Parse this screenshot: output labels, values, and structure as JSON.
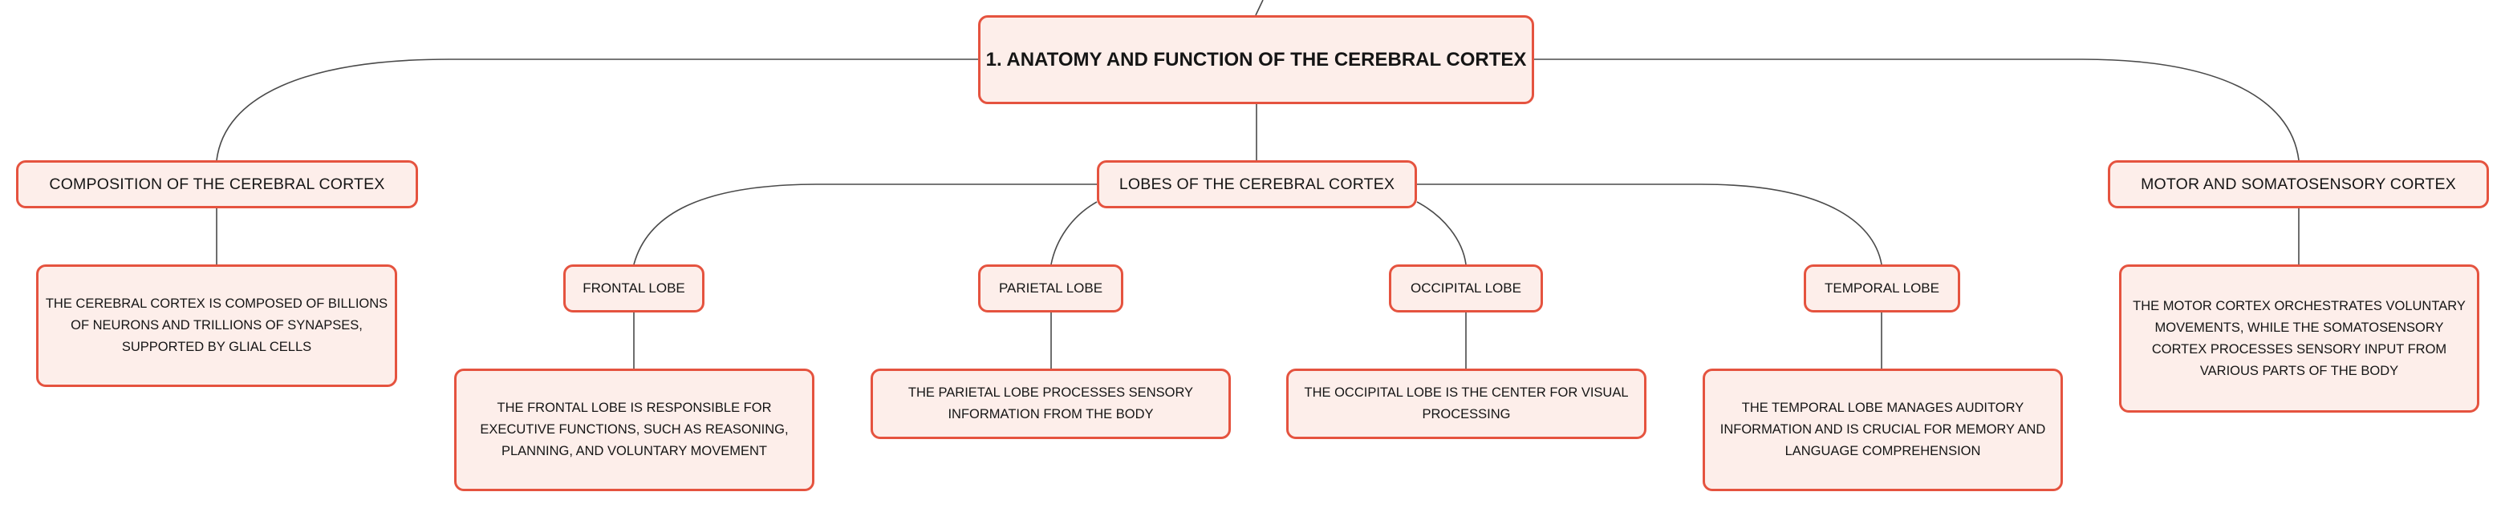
{
  "mindmap": {
    "root": {
      "label": "1. ANATOMY AND FUNCTION OF THE CEREBRAL CORTEX"
    },
    "composition": {
      "label": "COMPOSITION OF THE CEREBRAL CORTEX",
      "detail": "THE CEREBRAL CORTEX IS COMPOSED OF BILLIONS OF NEURONS AND TRILLIONS OF SYNAPSES, SUPPORTED BY GLIAL CELLS"
    },
    "lobes": {
      "label": "LOBES OF THE CEREBRAL CORTEX",
      "frontal": {
        "label": "FRONTAL LOBE",
        "detail": "THE FRONTAL LOBE IS RESPONSIBLE FOR EXECUTIVE FUNCTIONS, SUCH AS REASONING, PLANNING, AND VOLUNTARY MOVEMENT"
      },
      "parietal": {
        "label": "PARIETAL LOBE",
        "detail": "THE PARIETAL LOBE PROCESSES SENSORY INFORMATION FROM THE BODY"
      },
      "occipital": {
        "label": "OCCIPITAL LOBE",
        "detail": "THE OCCIPITAL LOBE IS THE CENTER FOR VISUAL PROCESSING"
      },
      "temporal": {
        "label": "TEMPORAL LOBE",
        "detail": "THE TEMPORAL LOBE MANAGES AUDITORY INFORMATION AND IS CRUCIAL FOR MEMORY AND LANGUAGE COMPREHENSION"
      }
    },
    "motor": {
      "label": "MOTOR AND SOMATOSENSORY CORTEX",
      "detail": "THE MOTOR CORTEX ORCHESTRATES VOLUNTARY MOVEMENTS, WHILE THE SOMATOSENSORY CORTEX PROCESSES SENSORY INPUT FROM VARIOUS PARTS OF THE BODY"
    }
  },
  "colors": {
    "node_border": "#e5533f",
    "node_fill": "#fdeeea",
    "connector": "#4a4a4a",
    "text": "#151515"
  }
}
